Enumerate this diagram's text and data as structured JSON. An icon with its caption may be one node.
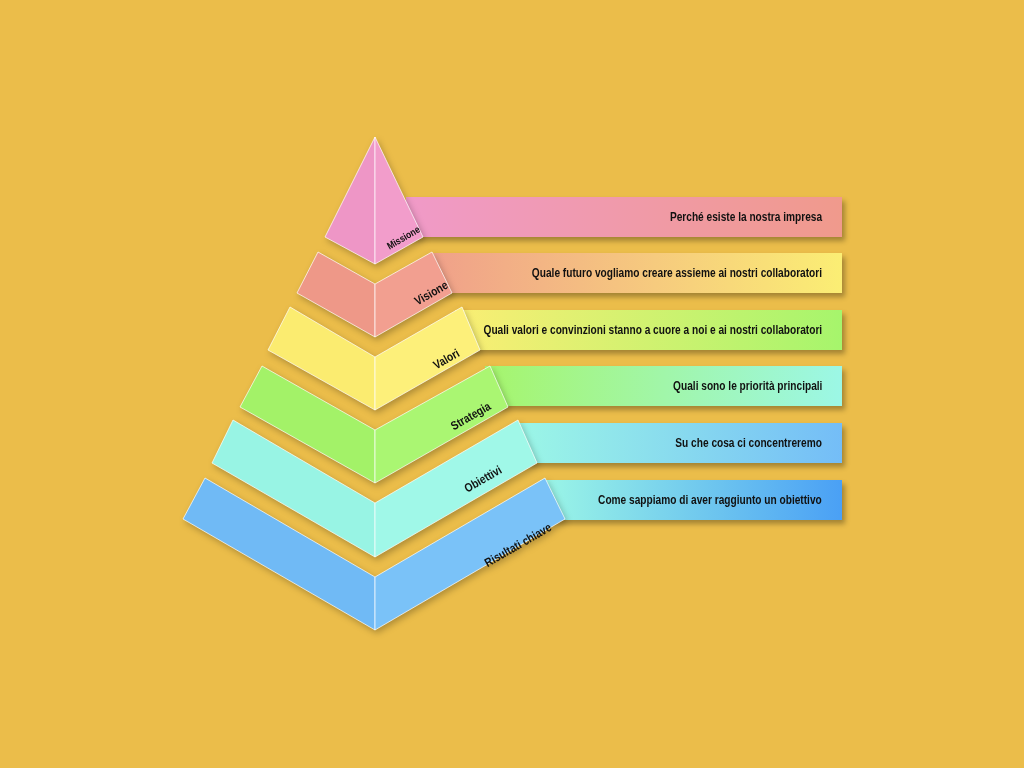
{
  "diagram": {
    "nodes": [
      {
        "text": [
          "Missione"
        ]
      },
      {
        "text": [
          "Visione"
        ]
      },
      {
        "text": [
          "Valori"
        ]
      },
      {
        "text": [
          "Strategia"
        ]
      },
      {
        "text": [
          "Obiettivi"
        ]
      },
      {
        "text": [
          "Risultati chiave"
        ]
      },
      {
        "text": [
          "Perché esiste la nostra impresa"
        ]
      },
      {
        "text": [
          "Quale futuro vogliamo creare assieme ai nostri collaboratori"
        ]
      },
      {
        "text": [
          "Quali valori e convinzioni stanno a cuore a noi e ai nostri collaboratori"
        ]
      },
      {
        "text": [
          "Quali sono le priorità principali"
        ]
      },
      {
        "text": [
          "Su che cosa ci concentreremo"
        ]
      },
      {
        "text": [
          "Come sappiamo di aver raggiunto un obiettivo"
        ]
      }
    ]
  }
}
